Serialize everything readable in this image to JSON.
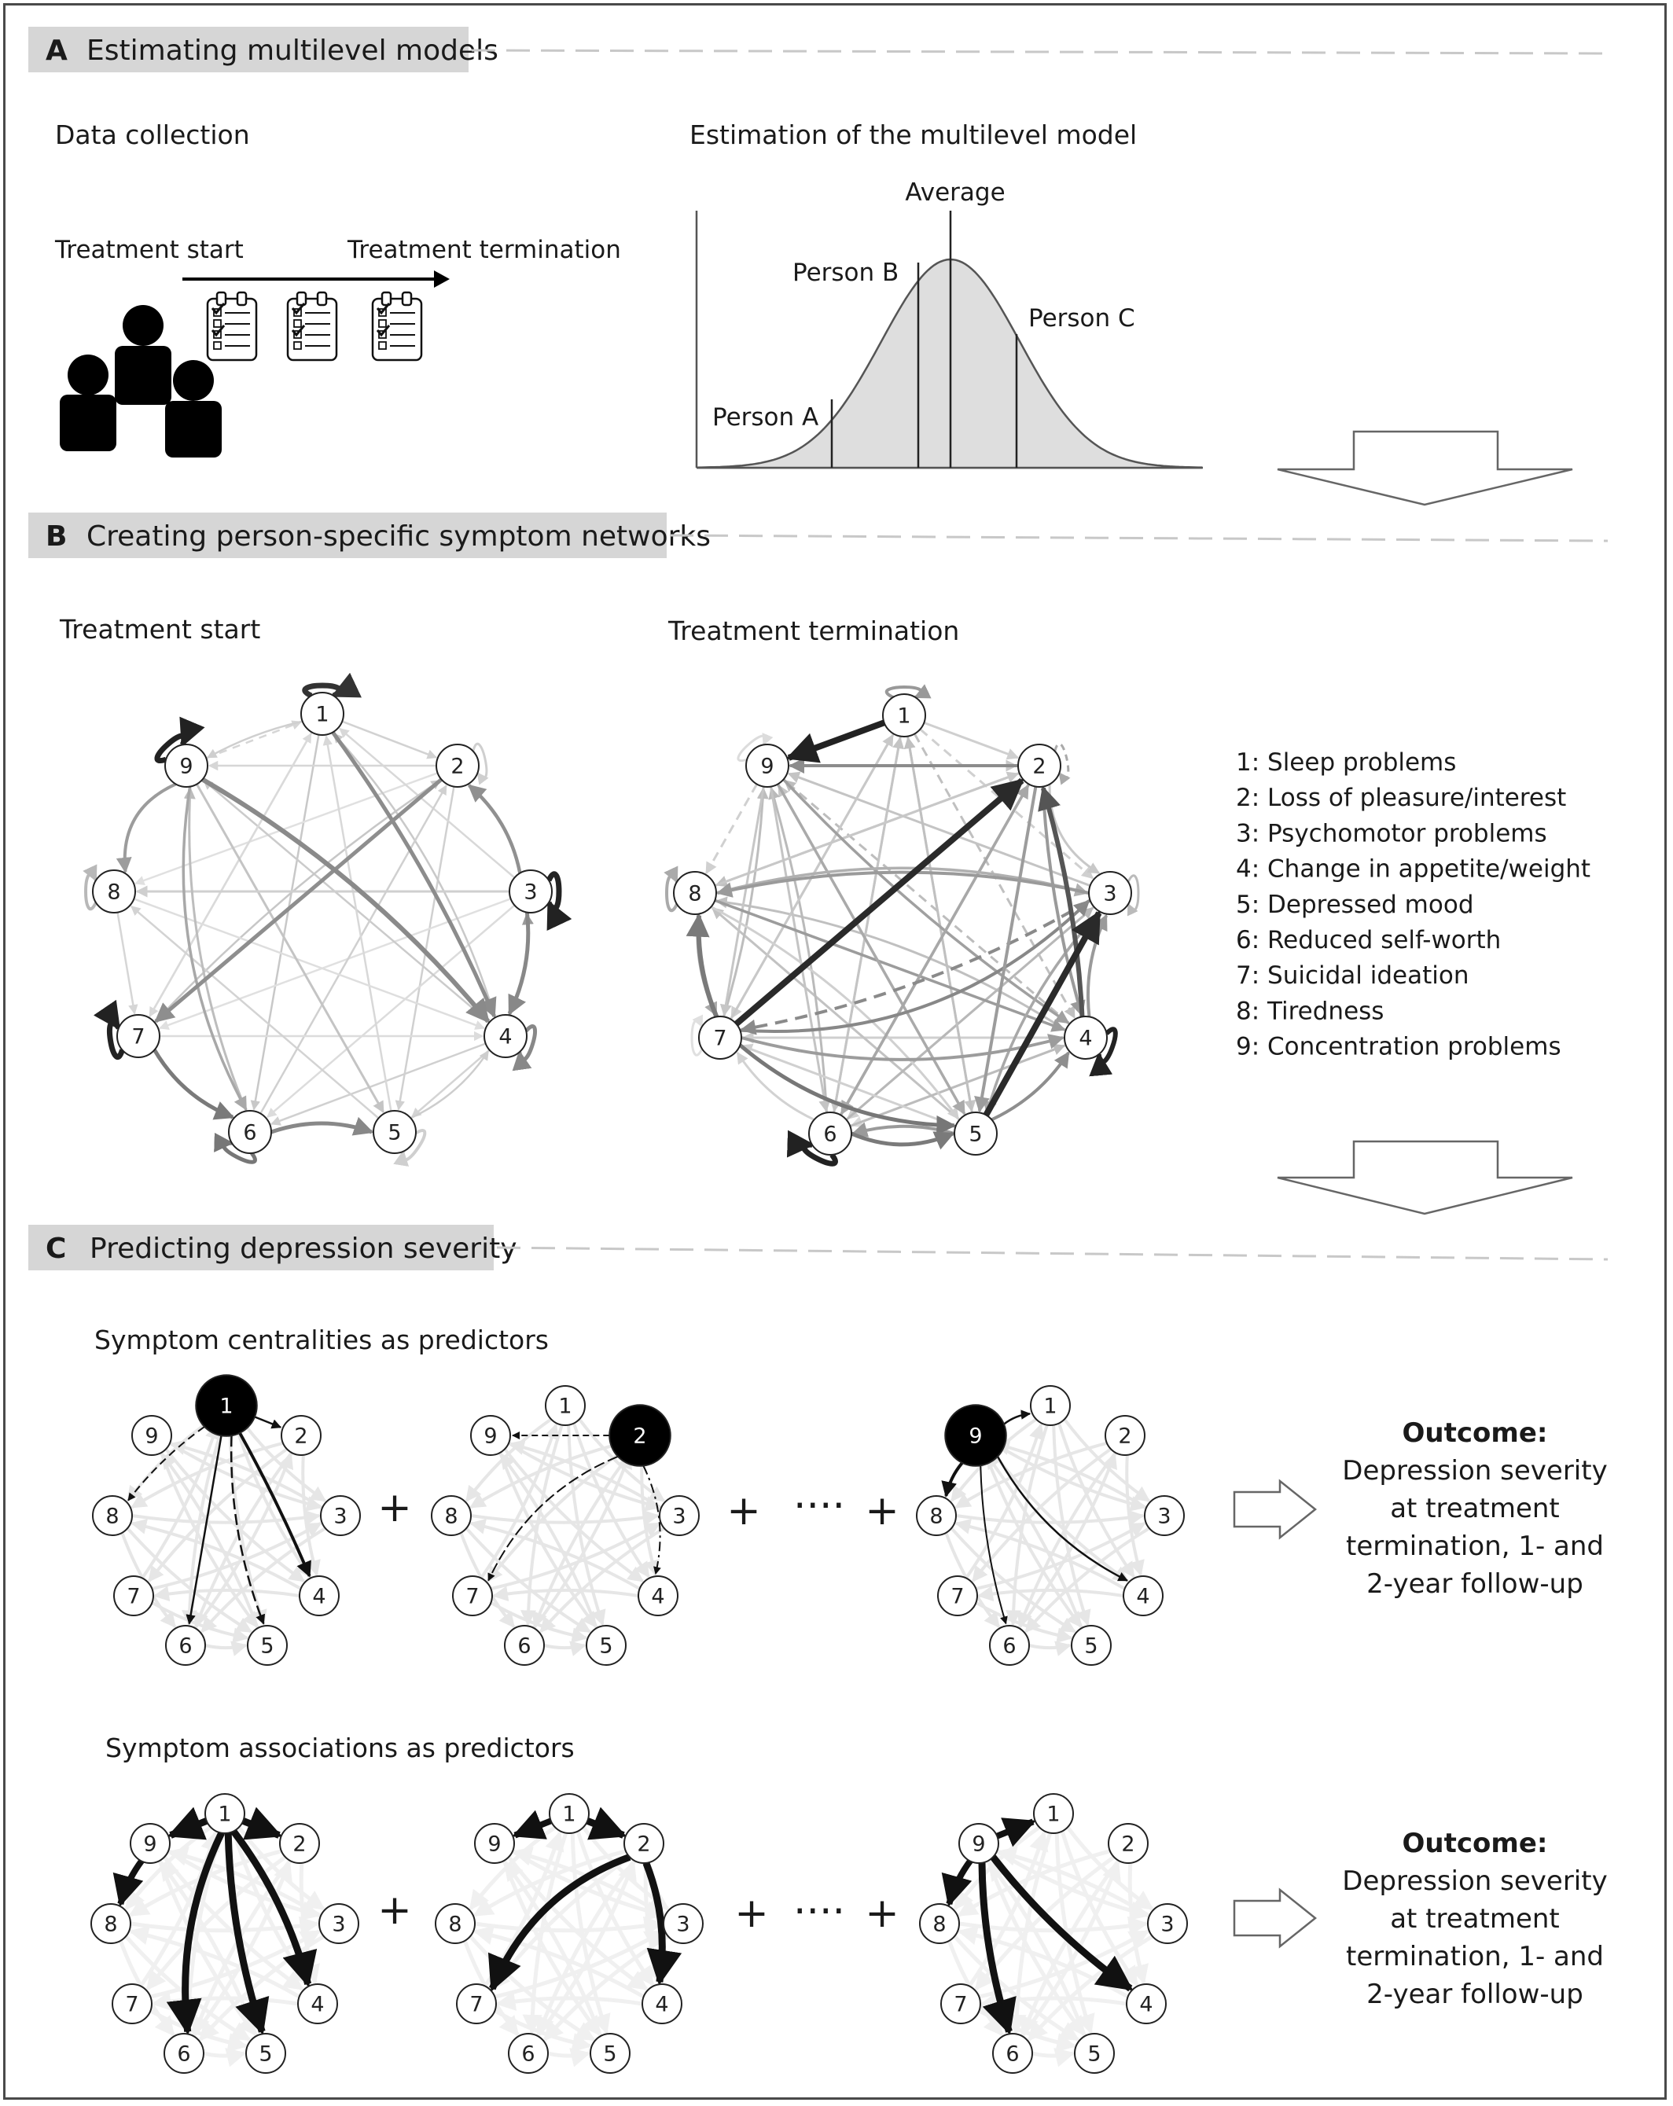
{
  "sections": {
    "a": {
      "letter": "A",
      "title": "Estimating multilevel models"
    },
    "b": {
      "letter": "B",
      "title": "Creating person-specific symptom networks"
    },
    "c": {
      "letter": "C",
      "title": "Predicting depression severity"
    }
  },
  "panel_a": {
    "data_collection": "Data collection",
    "treatment_start": "Treatment start",
    "treatment_termination": "Treatment termination",
    "estimation_title": "Estimation of the multilevel model",
    "average": "Average",
    "person_a": "Person A",
    "person_b": "Person B",
    "person_c": "Person C",
    "icons": [
      "person-group-icon",
      "clipboard-checklist-icon",
      "arrow-right-icon",
      "down-arrow-icon"
    ]
  },
  "panel_b": {
    "start_title": "Treatment start",
    "end_title": "Treatment termination",
    "legend": [
      "1: Sleep problems",
      "2: Loss of pleasure/interest",
      "3: Psychomotor problems",
      "4: Change in appetite/weight",
      "5: Depressed mood",
      "6: Reduced self-worth",
      "7: Suicidal ideation",
      "8: Tiredness",
      "9: Concentration problems"
    ]
  },
  "panel_c": {
    "centralities_title": "Symptom centralities as predictors",
    "associations_title": "Symptom associations as predictors",
    "plus": "+",
    "dots": "····",
    "outcome_title": "Outcome:",
    "outcome_lines": [
      "Depression severity",
      "at treatment",
      "termination, 1- and",
      "2-year follow-up"
    ]
  },
  "node_labels": [
    "1",
    "2",
    "3",
    "4",
    "5",
    "6",
    "7",
    "8",
    "9"
  ],
  "colors": {
    "frame": "#4a4a4a",
    "header_bg": "#d6d6d6",
    "curve_fill": "#dedede",
    "dark_node": "#000000",
    "dashed_rule": "#c8c8c8"
  }
}
